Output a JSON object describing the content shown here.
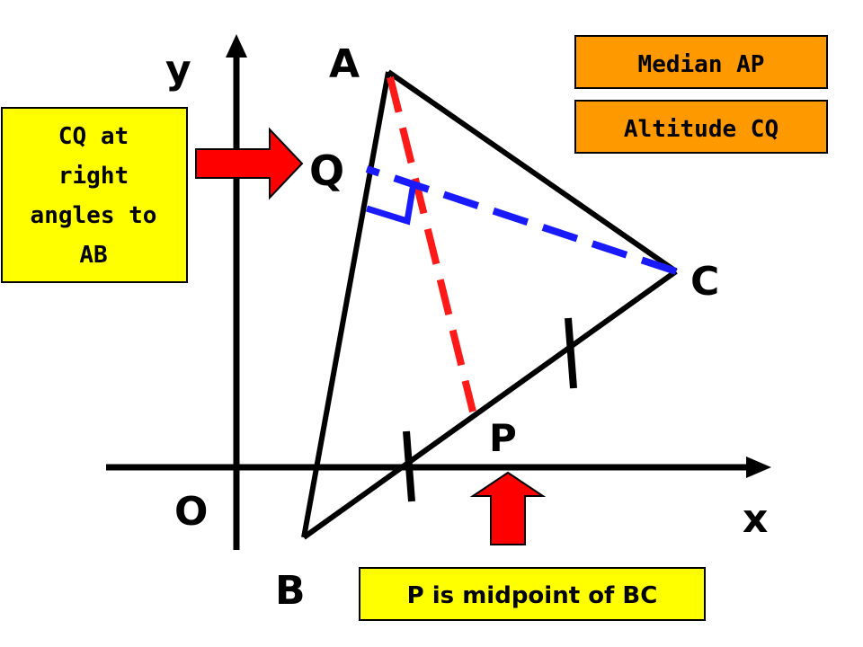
{
  "labels": {
    "y_axis": "y",
    "x_axis": "x",
    "origin": "O",
    "A": "A",
    "B": "B",
    "C": "C",
    "P": "P",
    "Q": "Q"
  },
  "boxes": {
    "median": "Median AP",
    "altitude": "Altitude CQ",
    "cq_note": [
      "CQ at",
      "right",
      "angles to",
      "AB"
    ],
    "midpoint_note": "P is midpoint of BC"
  },
  "colors": {
    "triangle": "#000000",
    "axes": "#000000",
    "median": "#ff1a1a",
    "altitude": "#1a1aff",
    "orange_box": "#ff9900",
    "yellow_box": "#ffff00",
    "arrow": "#ff0000"
  }
}
